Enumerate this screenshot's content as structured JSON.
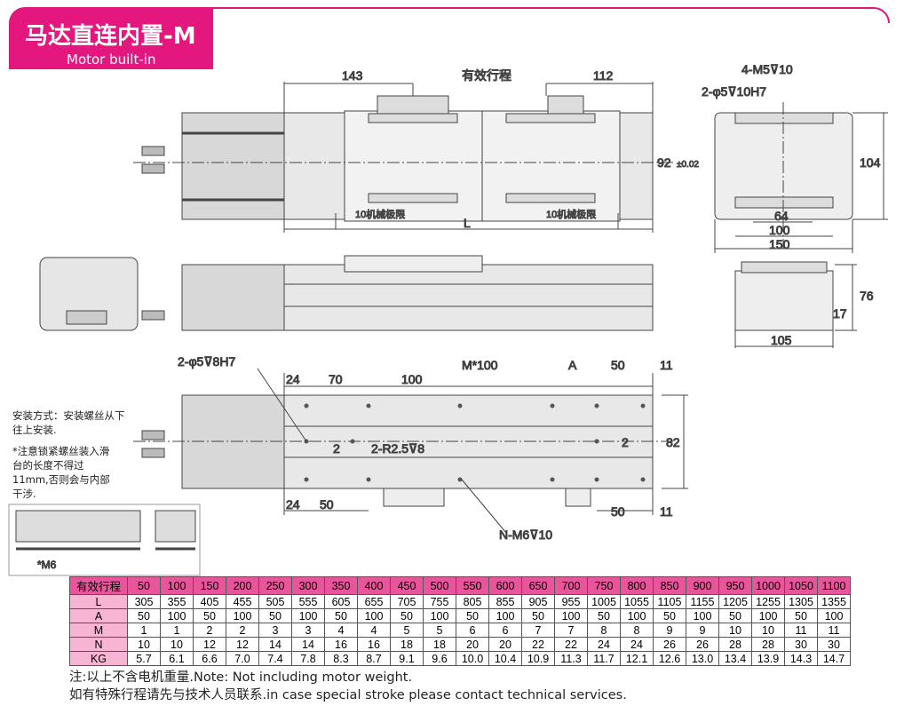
{
  "header": {
    "title": "马达直连内置-M",
    "subtitle": "Motor built-in"
  },
  "top_view": {
    "d143": "143",
    "stroke": "有效行程",
    "d112": "112",
    "mech1": "10机械极限",
    "mech2": "10机械极限",
    "L": "L"
  },
  "end_view": {
    "holes1": "4-M5⊽10",
    "holes2": "2-φ5⊽10H7",
    "d92": "92",
    "tol": "±0.02",
    "d104": "104",
    "d64": "64",
    "d100": "100",
    "d150": "150",
    "d76": "76",
    "d17": "17",
    "d105": "105"
  },
  "bottom_view": {
    "pin": "2-φ5⊽8H7",
    "d24a": "24",
    "d70": "70",
    "d100": "100",
    "m100": "M*100",
    "A": "A",
    "d50a": "50",
    "d11a": "11",
    "d2a": "2",
    "slot": "2-R2.5⊽8",
    "d2b": "2",
    "d82": "82",
    "d24b": "24",
    "d50b": "50",
    "d50c": "50",
    "d11b": "11",
    "nholes": "N-M6⊽10"
  },
  "notes": {
    "mount": "安装方式：安装螺丝从下往上安装.",
    "warn": "*注意锁紧螺丝装入滑台的长度不得过11mm,否则会与内部干涉.",
    "m6": "*M6"
  },
  "table": {
    "rows": [
      {
        "label": "有效行程",
        "values": [
          "50",
          "100",
          "150",
          "200",
          "250",
          "300",
          "350",
          "400",
          "450",
          "500",
          "550",
          "600",
          "650",
          "700",
          "750",
          "800",
          "850",
          "900",
          "950",
          "1000",
          "1050",
          "1100"
        ]
      },
      {
        "label": "L",
        "values": [
          "305",
          "355",
          "405",
          "455",
          "505",
          "555",
          "605",
          "655",
          "705",
          "755",
          "805",
          "855",
          "905",
          "955",
          "1005",
          "1055",
          "1105",
          "1155",
          "1205",
          "1255",
          "1305",
          "1355"
        ]
      },
      {
        "label": "A",
        "values": [
          "50",
          "100",
          "50",
          "100",
          "50",
          "100",
          "50",
          "100",
          "50",
          "100",
          "50",
          "100",
          "50",
          "100",
          "50",
          "100",
          "50",
          "100",
          "50",
          "100",
          "50",
          "100"
        ]
      },
      {
        "label": "M",
        "values": [
          "1",
          "1",
          "2",
          "2",
          "3",
          "3",
          "4",
          "4",
          "5",
          "5",
          "6",
          "6",
          "7",
          "7",
          "8",
          "8",
          "9",
          "9",
          "10",
          "10",
          "11",
          "11"
        ]
      },
      {
        "label": "N",
        "values": [
          "10",
          "10",
          "12",
          "12",
          "14",
          "14",
          "16",
          "16",
          "18",
          "18",
          "20",
          "20",
          "22",
          "22",
          "24",
          "24",
          "26",
          "26",
          "28",
          "28",
          "30",
          "30"
        ]
      },
      {
        "label": "KG",
        "values": [
          "5.7",
          "6.1",
          "6.6",
          "7.0",
          "7.4",
          "7.8",
          "8.3",
          "8.7",
          "9.1",
          "9.6",
          "10.0",
          "10.4",
          "10.9",
          "11.3",
          "11.7",
          "12.1",
          "12.6",
          "13.0",
          "13.4",
          "13.9",
          "14.3",
          "14.7"
        ]
      }
    ]
  },
  "footer": {
    "note1": "注:以上不含电机重量.Note: Not including motor weight.",
    "note2": "如有特殊行程请先与技术人员联系.in case special stroke please contact technical services."
  },
  "colors": {
    "brand": "#e4177f",
    "table_header": "#e8559a",
    "table_label": "#f7b4d3"
  }
}
